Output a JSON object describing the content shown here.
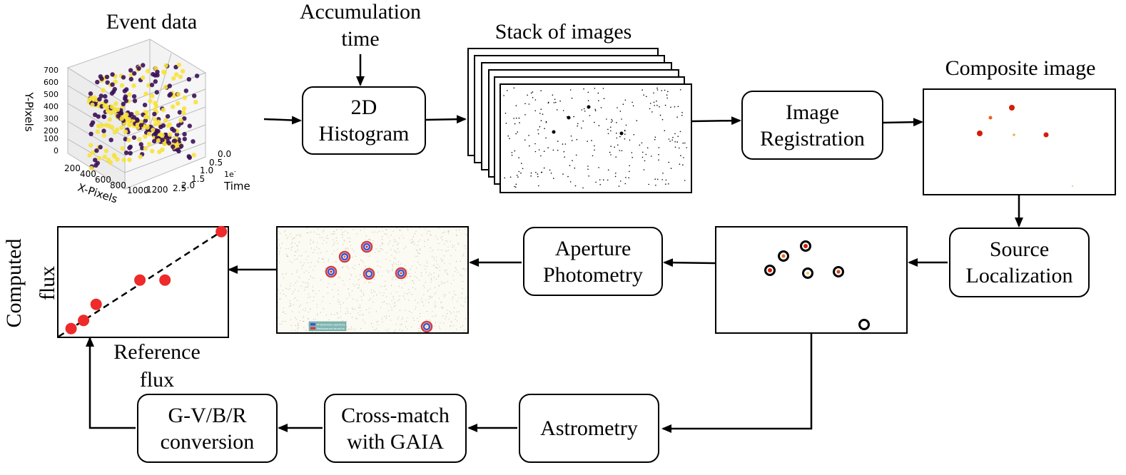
{
  "labels": {
    "event_data": "Event data",
    "accumulation_time_1": "Accumulation",
    "accumulation_time_2": "time",
    "stack_of_images": "Stack of images",
    "composite_image": "Composite image",
    "reference_flux_1": "Reference",
    "reference_flux_2": "flux",
    "computed_flux_1": "Computed",
    "computed_flux_2": "flux"
  },
  "boxes": {
    "histogram": [
      "2D",
      "Histogram"
    ],
    "registration": [
      "Image",
      "Registration"
    ],
    "localization": [
      "Source",
      "Localization"
    ],
    "photometry": [
      "Aperture",
      "Photometry"
    ],
    "astrometry": [
      "Astrometry"
    ],
    "crossmatch": [
      "Cross-match",
      "with GAIA"
    ],
    "conversion": [
      "G-V/B/R",
      "conversion"
    ]
  },
  "plot3d": {
    "x_label": "X-Pixels",
    "y_label": "Y-Pixels",
    "z_label": "Time",
    "z_exponent": "1e7",
    "x_ticks": [
      "200",
      "400",
      "600",
      "800",
      "1000",
      "1200"
    ],
    "y_ticks": [
      "0",
      "100",
      "200",
      "300",
      "400",
      "500",
      "600",
      "700"
    ],
    "z_ticks": [
      "0.0",
      "0.5",
      "1.0",
      "1.5",
      "2.0",
      "2.5"
    ],
    "series_colors": [
      "#3b0f57",
      "#f7e23c"
    ]
  },
  "photometry_legend": [
    "Photometry aperture",
    "Background annulus"
  ],
  "colors": {
    "aperture_ring": "#3b54d6",
    "annulus_ring": "#d43a3a",
    "source_hot": "#d21e0a",
    "flux_points": "#ee2a2a"
  },
  "chart_data": {
    "type": "scatter",
    "title": "",
    "xlabel": "Reference flux",
    "ylabel": "Computed flux",
    "x": [
      1.0,
      2.0,
      3.0,
      6.5,
      8.5,
      13.0
    ],
    "y": [
      1.0,
      2.0,
      4.0,
      7.0,
      7.0,
      13.0
    ],
    "xlim": [
      0,
      13.5
    ],
    "ylim": [
      0,
      13.5
    ],
    "fit_line": "dashed y = x",
    "grid": false
  }
}
